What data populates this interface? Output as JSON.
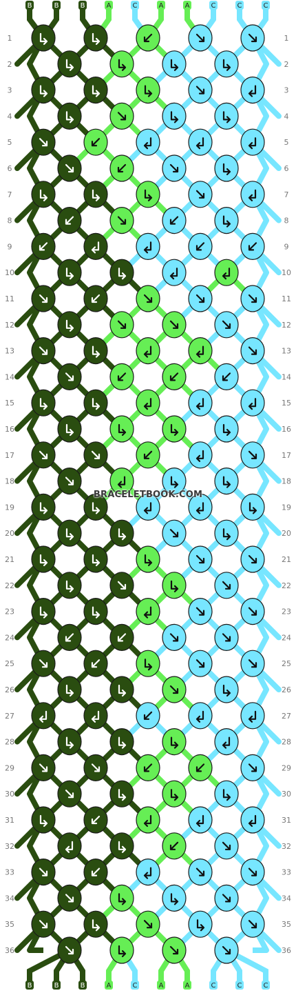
{
  "watermark": "BRACELETBOOK.COM",
  "colors": {
    "A": "#66ee55",
    "B": "#2a4d10",
    "C": "#77e6ff"
  },
  "strand_labels_top": [
    "B",
    "B",
    "B",
    "A",
    "C",
    "A",
    "A",
    "C",
    "C",
    "C"
  ],
  "strand_labels_bottom": [
    "B",
    "B",
    "B",
    "A",
    "C",
    "A",
    "A",
    "C",
    "C",
    "C"
  ],
  "knot_rows": [
    {
      "row": 1,
      "knots": [
        [
          "B",
          "rf"
        ],
        [
          "B",
          "rf"
        ],
        [
          "A",
          "l"
        ],
        [
          "C",
          "r"
        ],
        [
          "C",
          "r"
        ]
      ]
    },
    {
      "row": 2,
      "knots": [
        [
          "B",
          "rf"
        ],
        [
          "A",
          "rf"
        ],
        [
          "C",
          "rf"
        ],
        [
          "C",
          "rf"
        ]
      ]
    },
    {
      "row": 3,
      "knots": [
        [
          "B",
          "rf"
        ],
        [
          "B",
          "rf"
        ],
        [
          "A",
          "rf"
        ],
        [
          "C",
          "r"
        ],
        [
          "C",
          "lb"
        ]
      ]
    },
    {
      "row": 4,
      "knots": [
        [
          "B",
          "rf"
        ],
        [
          "A",
          "r"
        ],
        [
          "C",
          "rf"
        ],
        [
          "C",
          "rf"
        ]
      ]
    },
    {
      "row": 5,
      "knots": [
        [
          "B",
          "r"
        ],
        [
          "A",
          "l"
        ],
        [
          "C",
          "lb"
        ],
        [
          "C",
          "lb"
        ],
        [
          "C",
          "lb"
        ]
      ]
    },
    {
      "row": 6,
      "knots": [
        [
          "B",
          "r"
        ],
        [
          "A",
          "l"
        ],
        [
          "C",
          "r"
        ],
        [
          "C",
          "rf"
        ]
      ]
    },
    {
      "row": 7,
      "knots": [
        [
          "B",
          "rf"
        ],
        [
          "B",
          "rf"
        ],
        [
          "A",
          "rf"
        ],
        [
          "C",
          "r"
        ],
        [
          "C",
          "lb"
        ]
      ]
    },
    {
      "row": 8,
      "knots": [
        [
          "B",
          "l"
        ],
        [
          "A",
          "r"
        ],
        [
          "C",
          "l"
        ],
        [
          "C",
          "rf"
        ]
      ]
    },
    {
      "row": 9,
      "knots": [
        [
          "B",
          "l"
        ],
        [
          "B",
          "lb"
        ],
        [
          "C",
          "lb"
        ],
        [
          "C",
          "l"
        ],
        [
          "C",
          "l"
        ]
      ]
    },
    {
      "row": 10,
      "knots": [
        [
          "B",
          "rf"
        ],
        [
          "B",
          "rf"
        ],
        [
          "C",
          "lb"
        ],
        [
          "A",
          "lb"
        ]
      ]
    },
    {
      "row": 11,
      "knots": [
        [
          "B",
          "r"
        ],
        [
          "B",
          "l"
        ],
        [
          "A",
          "r"
        ],
        [
          "C",
          "r"
        ],
        [
          "C",
          "r"
        ]
      ]
    },
    {
      "row": 12,
      "knots": [
        [
          "B",
          "rf"
        ],
        [
          "A",
          "r"
        ],
        [
          "A",
          "r"
        ],
        [
          "C",
          "r"
        ]
      ]
    },
    {
      "row": 13,
      "knots": [
        [
          "B",
          "r"
        ],
        [
          "B",
          "rf"
        ],
        [
          "A",
          "lb"
        ],
        [
          "A",
          "lb"
        ],
        [
          "C",
          "r"
        ]
      ]
    },
    {
      "row": 14,
      "knots": [
        [
          "B",
          "r"
        ],
        [
          "A",
          "l"
        ],
        [
          "A",
          "l"
        ],
        [
          "C",
          "l"
        ]
      ]
    },
    {
      "row": 15,
      "knots": [
        [
          "B",
          "rf"
        ],
        [
          "B",
          "rf"
        ],
        [
          "A",
          "lb"
        ],
        [
          "C",
          "lb"
        ],
        [
          "C",
          "lb"
        ]
      ]
    },
    {
      "row": 16,
      "knots": [
        [
          "B",
          "rf"
        ],
        [
          "A",
          "rf"
        ],
        [
          "A",
          "rf"
        ],
        [
          "C",
          "rf"
        ]
      ]
    },
    {
      "row": 17,
      "knots": [
        [
          "B",
          "r"
        ],
        [
          "B",
          "r"
        ],
        [
          "A",
          "l"
        ],
        [
          "C",
          "lb"
        ],
        [
          "C",
          "r"
        ]
      ]
    },
    {
      "row": 18,
      "knots": [
        [
          "B",
          "r"
        ],
        [
          "A",
          "lb"
        ],
        [
          "C",
          "rf"
        ],
        [
          "C",
          "rf"
        ]
      ]
    },
    {
      "row": 19,
      "knots": [
        [
          "B",
          "rf"
        ],
        [
          "B",
          "rf"
        ],
        [
          "C",
          "lb"
        ],
        [
          "C",
          "lb"
        ],
        [
          "C",
          "rf"
        ]
      ]
    },
    {
      "row": 20,
      "knots": [
        [
          "B",
          "rf"
        ],
        [
          "B",
          "rf"
        ],
        [
          "C",
          "r"
        ],
        [
          "C",
          "rf"
        ]
      ]
    },
    {
      "row": 21,
      "knots": [
        [
          "B",
          "rf"
        ],
        [
          "B",
          "rf"
        ],
        [
          "A",
          "rf"
        ],
        [
          "C",
          "r"
        ],
        [
          "C",
          "r"
        ]
      ]
    },
    {
      "row": 22,
      "knots": [
        [
          "B",
          "rf"
        ],
        [
          "B",
          "r"
        ],
        [
          "A",
          "rf"
        ],
        [
          "C",
          "r"
        ]
      ]
    },
    {
      "row": 23,
      "knots": [
        [
          "B",
          "rf"
        ],
        [
          "B",
          "rf"
        ],
        [
          "A",
          "lb"
        ],
        [
          "C",
          "r"
        ],
        [
          "C",
          "r"
        ]
      ]
    },
    {
      "row": 24,
      "knots": [
        [
          "B",
          "l"
        ],
        [
          "B",
          "l"
        ],
        [
          "C",
          "r"
        ],
        [
          "C",
          "r"
        ]
      ]
    },
    {
      "row": 25,
      "knots": [
        [
          "B",
          "r"
        ],
        [
          "B",
          "l"
        ],
        [
          "A",
          "rf"
        ],
        [
          "C",
          "r"
        ],
        [
          "C",
          "r"
        ]
      ]
    },
    {
      "row": 26,
      "knots": [
        [
          "B",
          "rf"
        ],
        [
          "B",
          "rf"
        ],
        [
          "A",
          "r"
        ],
        [
          "C",
          "rf"
        ]
      ]
    },
    {
      "row": 27,
      "knots": [
        [
          "B",
          "lb"
        ],
        [
          "B",
          "lb"
        ],
        [
          "C",
          "l"
        ],
        [
          "C",
          "lb"
        ],
        [
          "C",
          "lb"
        ]
      ]
    },
    {
      "row": 28,
      "knots": [
        [
          "B",
          "rf"
        ],
        [
          "B",
          "rf"
        ],
        [
          "A",
          "rf"
        ],
        [
          "C",
          "lb"
        ]
      ]
    },
    {
      "row": 29,
      "knots": [
        [
          "B",
          "r"
        ],
        [
          "B",
          "r"
        ],
        [
          "A",
          "l"
        ],
        [
          "A",
          "l"
        ],
        [
          "C",
          "r"
        ]
      ]
    },
    {
      "row": 30,
      "knots": [
        [
          "B",
          "r"
        ],
        [
          "B",
          "rf"
        ],
        [
          "A",
          "rf"
        ],
        [
          "C",
          "rf"
        ]
      ]
    },
    {
      "row": 31,
      "knots": [
        [
          "B",
          "rf"
        ],
        [
          "B",
          "l"
        ],
        [
          "A",
          "lb"
        ],
        [
          "C",
          "lb"
        ],
        [
          "C",
          "lb"
        ]
      ]
    },
    {
      "row": 32,
      "knots": [
        [
          "B",
          "lb"
        ],
        [
          "B",
          "rf"
        ],
        [
          "A",
          "l"
        ],
        [
          "C",
          "r"
        ]
      ]
    },
    {
      "row": 33,
      "knots": [
        [
          "B",
          "r"
        ],
        [
          "B",
          "l"
        ],
        [
          "C",
          "lb"
        ],
        [
          "C",
          "r"
        ],
        [
          "C",
          "r"
        ]
      ]
    },
    {
      "row": 34,
      "knots": [
        [
          "B",
          "r"
        ],
        [
          "A",
          "rf"
        ],
        [
          "C",
          "rf"
        ],
        [
          "C",
          "r"
        ]
      ]
    },
    {
      "row": 35,
      "knots": [
        [
          "B",
          "r"
        ],
        [
          "B",
          "rf"
        ],
        [
          "A",
          "r"
        ],
        [
          "C",
          "rf"
        ],
        [
          "C",
          "r"
        ]
      ]
    },
    {
      "row": 36,
      "knots": [
        [
          "B",
          "r"
        ],
        [
          "A",
          "rf"
        ],
        [
          "A",
          "r"
        ],
        [
          "C",
          "r"
        ]
      ]
    }
  ]
}
